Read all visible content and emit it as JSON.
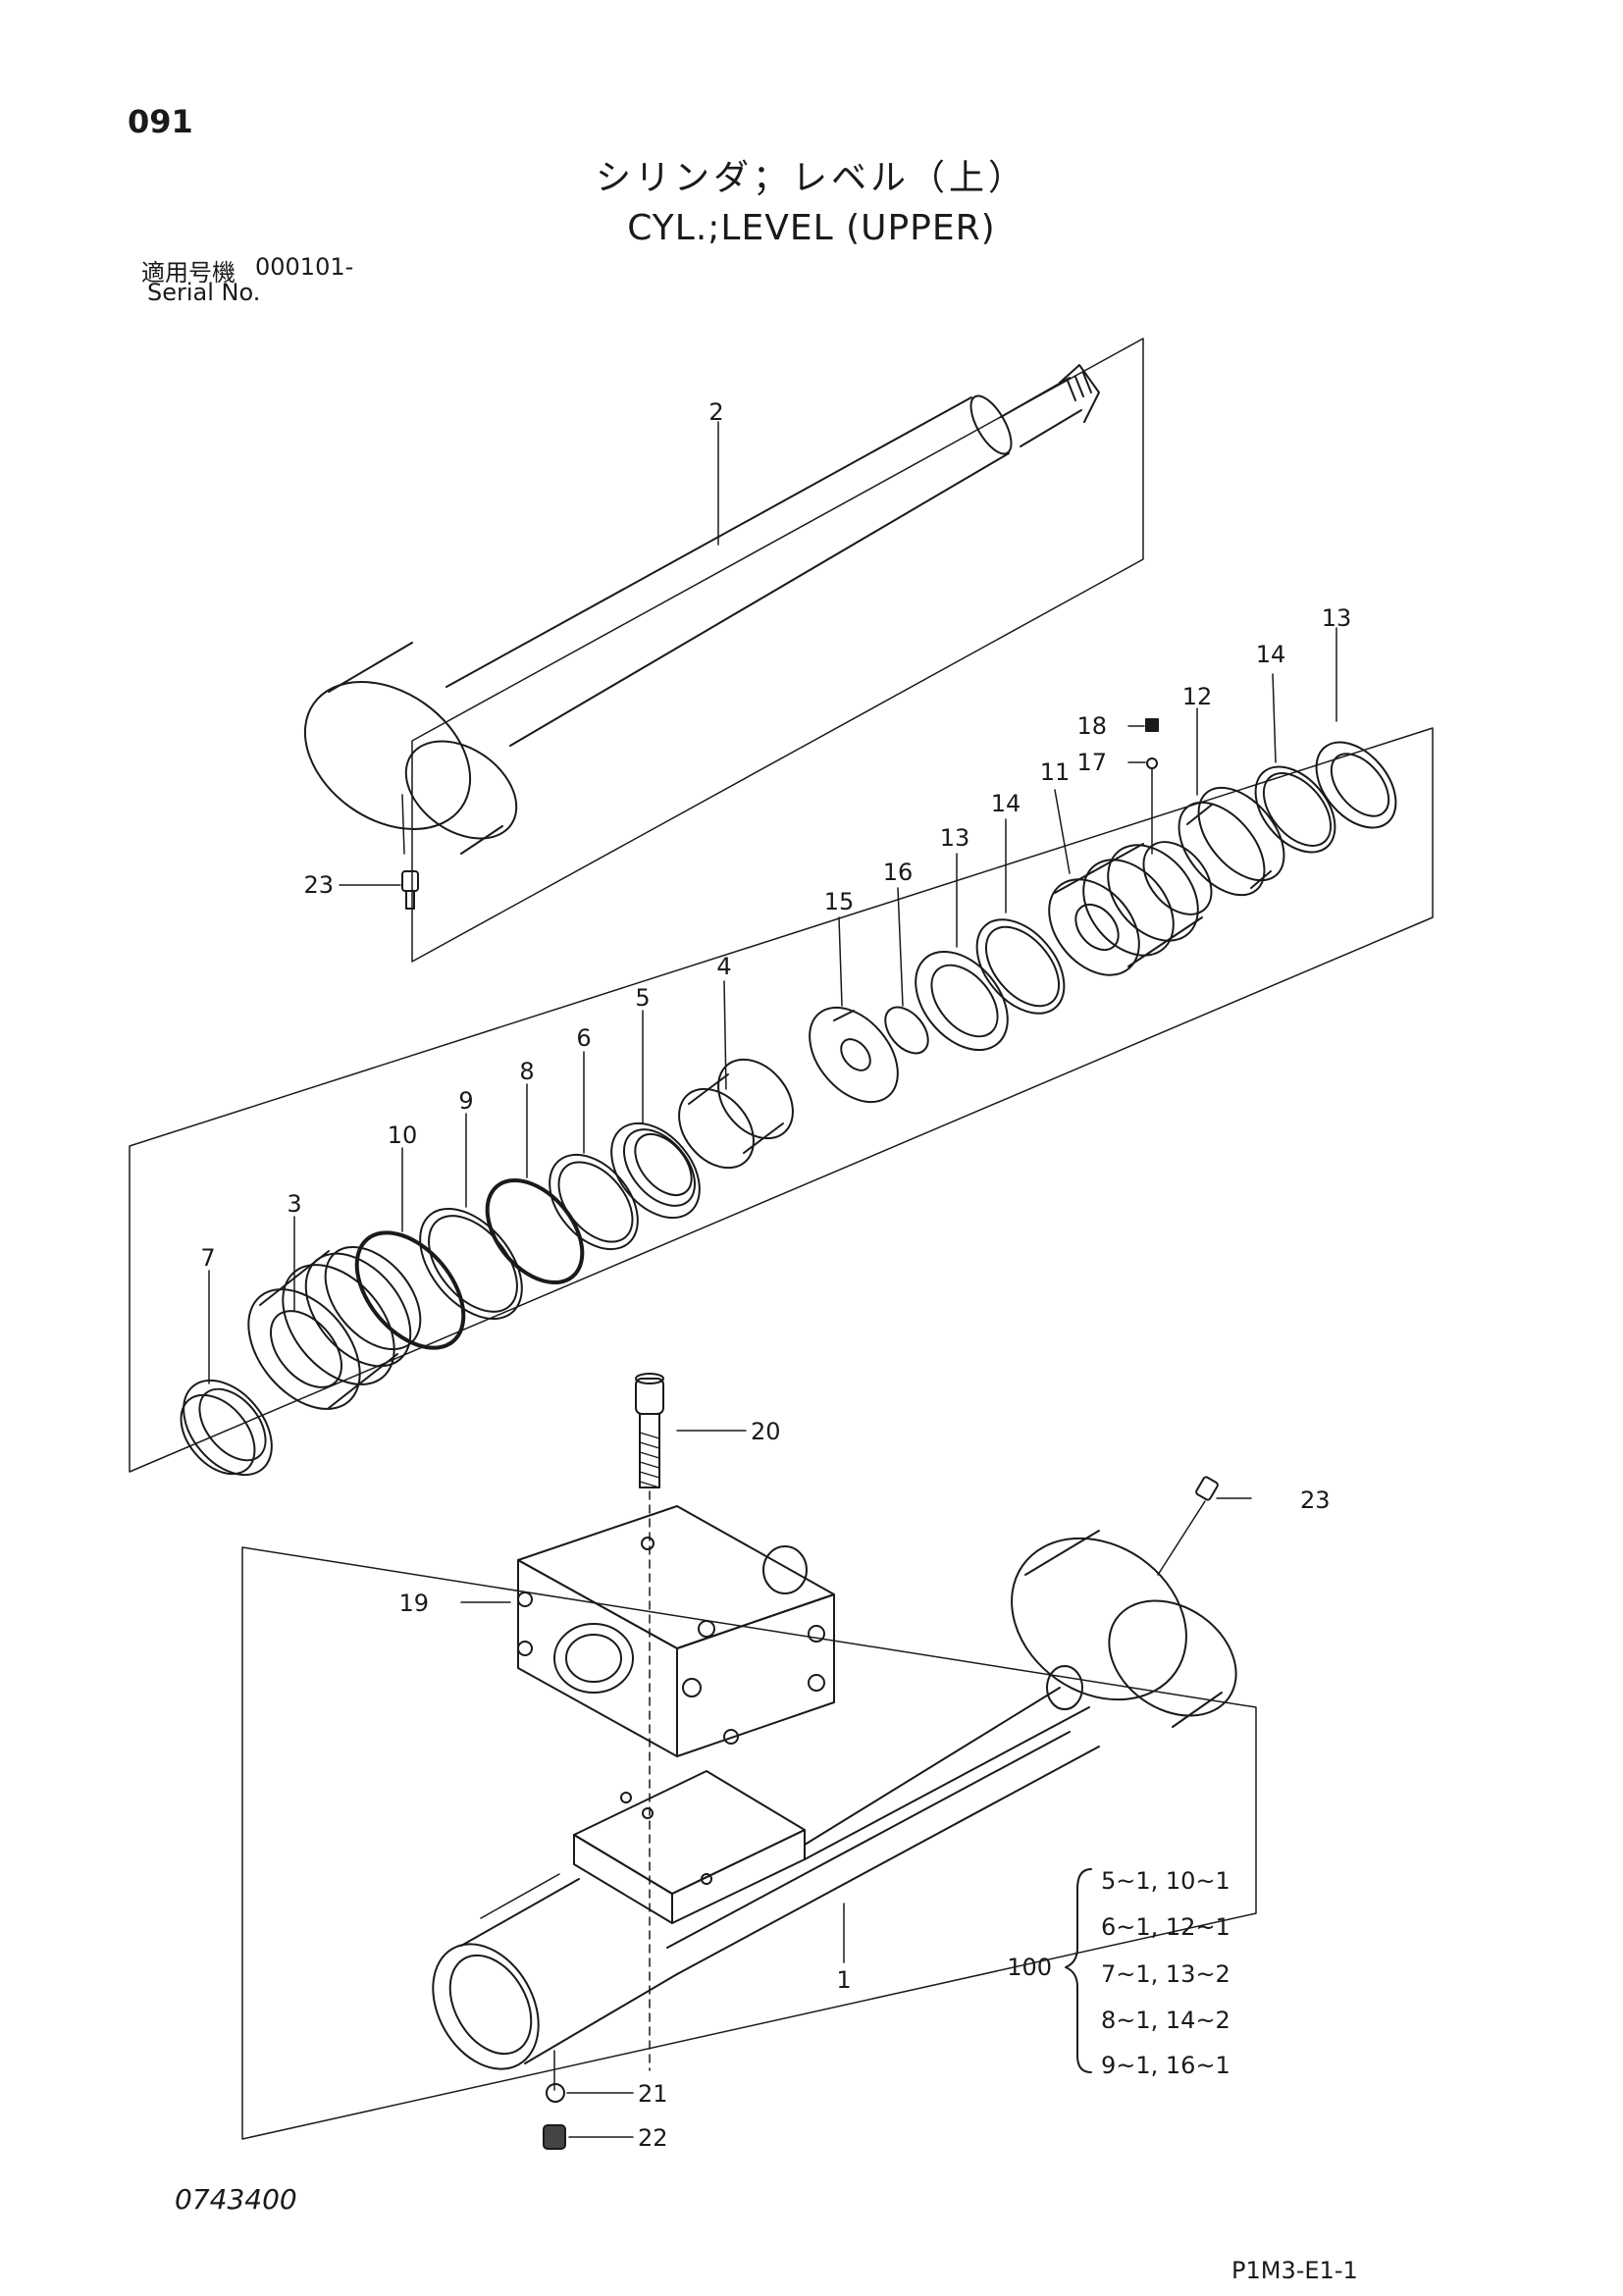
{
  "header": {
    "page_number": "091",
    "title_jp": "シリンダ；レベル（上）",
    "title_en": "CYL.;LEVEL (UPPER)",
    "serial_label_jp": "適用号機",
    "serial_range": "000101-",
    "serial_label_en": "Serial No."
  },
  "callouts": {
    "c1": "1",
    "c2": "2",
    "c3": "3",
    "c4": "4",
    "c5": "5",
    "c6": "6",
    "c7": "7",
    "c8": "8",
    "c9": "9",
    "c10": "10",
    "c11": "11",
    "c12": "12",
    "c13a": "13",
    "c13b": "13",
    "c14a": "14",
    "c14b": "14",
    "c15": "15",
    "c16": "16",
    "c17": "17",
    "c18": "18",
    "c19": "19",
    "c20": "20",
    "c21": "21",
    "c22": "22",
    "c23a": "23",
    "c23b": "23"
  },
  "kit": {
    "number": "100",
    "items": [
      "5~1, 10~1",
      "6~1, 12~1",
      "7~1, 13~2",
      "8~1, 14~2",
      "9~1, 16~1"
    ]
  },
  "footer": {
    "drawing_number": "0743400",
    "page_code": "P1M3-E1-1"
  }
}
